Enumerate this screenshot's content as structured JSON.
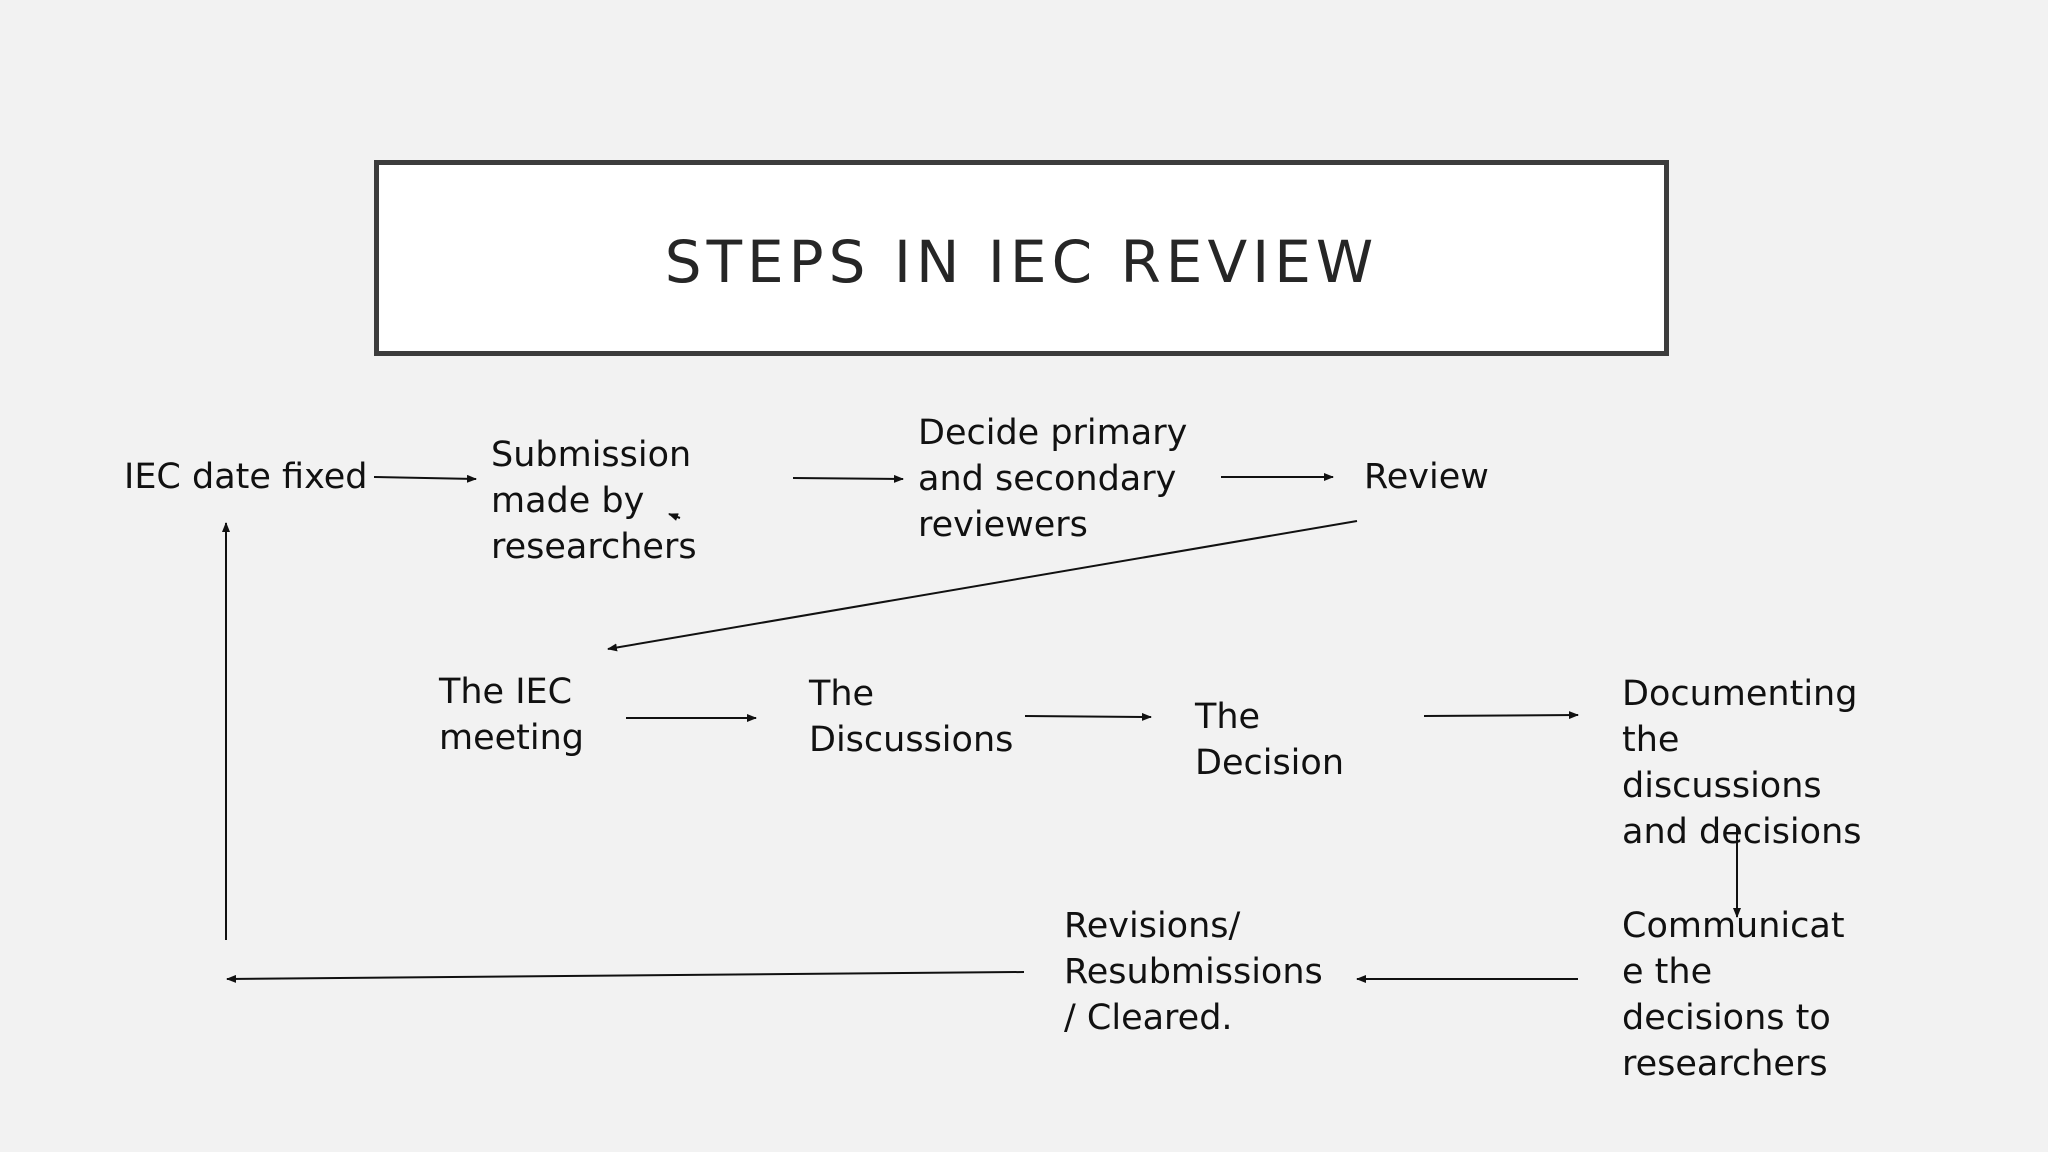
{
  "title": "STEPS IN IEC REVIEW",
  "nodes": {
    "iec_date_fixed": "IEC date fixed",
    "submission": "Submission\nmade by\nresearchers",
    "decide_reviewers": "Decide primary\nand secondary\nreviewers",
    "review": "Review",
    "iec_meeting": "The IEC\nmeeting",
    "discussions": "The\nDiscussions",
    "decision": "The\nDecision",
    "documenting": "Documenting\nthe\ndiscussions\nand decisions",
    "communicate": "Communicat\ne the\ndecisions to\nresearchers",
    "revisions": "Revisions/\nResubmissions\n/ Cleared."
  }
}
